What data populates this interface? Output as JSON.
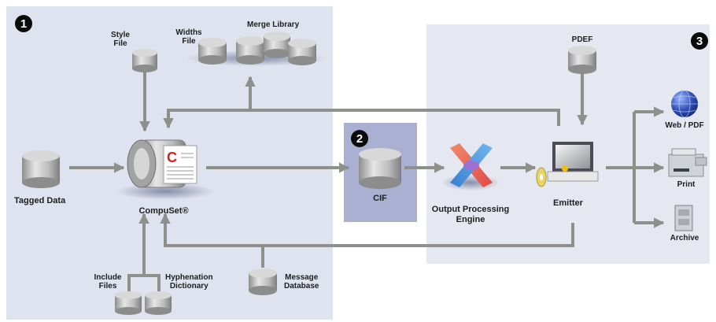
{
  "labels": {
    "style_file": "Style\nFile",
    "widths_file": "Widths\nFile",
    "merge_library": "Merge Library",
    "tagged_data": "Tagged Data",
    "compuset": "CompuSet®",
    "include_files": "Include\nFiles",
    "hyphenation_dictionary": "Hyphenation\nDictionary",
    "message_database": "Message\nDatabase",
    "cif": "CIF",
    "output_processing_engine": "Output Processing\nEngine",
    "pdef": "PDEF",
    "emitter": "Emitter",
    "web_pdf": "Web / PDF",
    "print": "Print",
    "archive": "Archive"
  },
  "badges": {
    "one": "1",
    "two": "2",
    "three": "3"
  },
  "compuset_icon_letter": "C",
  "colors": {
    "panel_left": "#dfe3ef",
    "panel_right": "#e6e8f1",
    "panel_cif": "#a9b0d2",
    "arrow": "#8f8f8c",
    "cylinder": "#c9c9c9",
    "accent_red": "#d42020",
    "badge": "#0b0b0b"
  }
}
